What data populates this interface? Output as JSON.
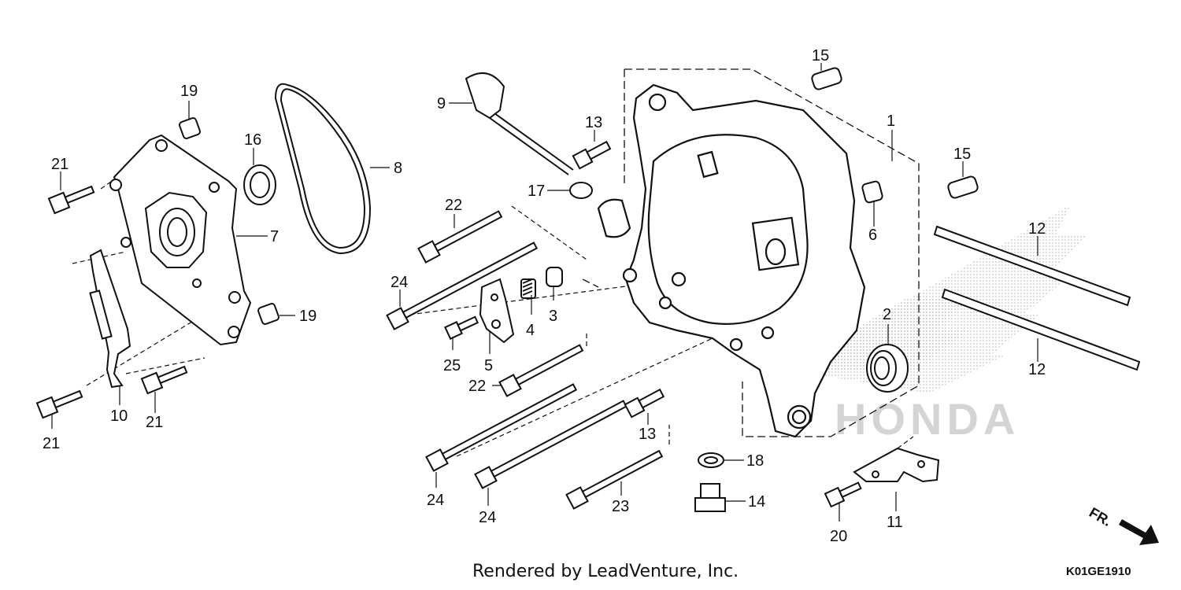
{
  "diagram": {
    "callouts": [
      {
        "id": "c1",
        "label": "1"
      },
      {
        "id": "c2",
        "label": "2"
      },
      {
        "id": "c3",
        "label": "3"
      },
      {
        "id": "c4",
        "label": "4"
      },
      {
        "id": "c5",
        "label": "5"
      },
      {
        "id": "c6",
        "label": "6"
      },
      {
        "id": "c7",
        "label": "7"
      },
      {
        "id": "c8",
        "label": "8"
      },
      {
        "id": "c9",
        "label": "9"
      },
      {
        "id": "c10",
        "label": "10"
      },
      {
        "id": "c11",
        "label": "11"
      },
      {
        "id": "c12a",
        "label": "12"
      },
      {
        "id": "c12b",
        "label": "12"
      },
      {
        "id": "c13a",
        "label": "13"
      },
      {
        "id": "c13b",
        "label": "13"
      },
      {
        "id": "c14",
        "label": "14"
      },
      {
        "id": "c15a",
        "label": "15"
      },
      {
        "id": "c15b",
        "label": "15"
      },
      {
        "id": "c16",
        "label": "16"
      },
      {
        "id": "c17",
        "label": "17"
      },
      {
        "id": "c18",
        "label": "18"
      },
      {
        "id": "c19a",
        "label": "19"
      },
      {
        "id": "c19b",
        "label": "19"
      },
      {
        "id": "c20",
        "label": "20"
      },
      {
        "id": "c21a",
        "label": "21"
      },
      {
        "id": "c21b",
        "label": "21"
      },
      {
        "id": "c21c",
        "label": "21"
      },
      {
        "id": "c22a",
        "label": "22"
      },
      {
        "id": "c22b",
        "label": "22"
      },
      {
        "id": "c23",
        "label": "23"
      },
      {
        "id": "c24a",
        "label": "24"
      },
      {
        "id": "c24b",
        "label": "24"
      },
      {
        "id": "c24c",
        "label": "24"
      },
      {
        "id": "c25",
        "label": "25"
      }
    ],
    "credit": "Rendered by LeadVenture, Inc.",
    "diagram_code": "K01GE1910",
    "direction_label": "FR.",
    "watermark_text": "HONDA",
    "colors": {
      "ink": "#111111",
      "watermark": "#c8c8c8"
    }
  }
}
